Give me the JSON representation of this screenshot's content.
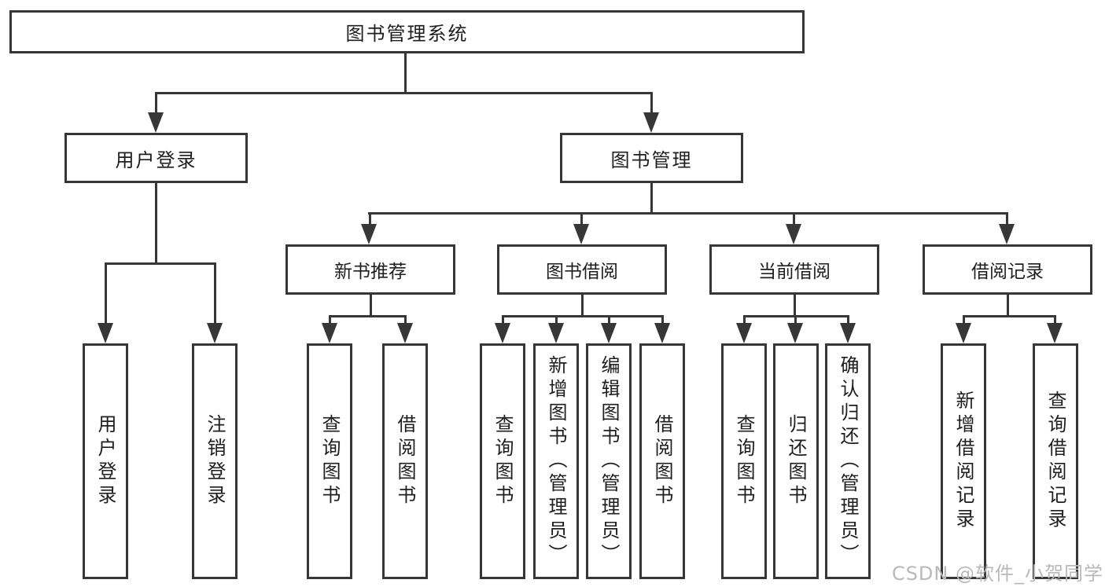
{
  "tree": {
    "root": {
      "label": "图书管理系统"
    },
    "branches": [
      {
        "label": "用户登录",
        "leaves": [
          {
            "label": "用户登录"
          },
          {
            "label": "注销登录"
          }
        ]
      },
      {
        "label": "图书管理",
        "sections": [
          {
            "label": "新书推荐",
            "leaves": [
              {
                "label": "查询图书"
              },
              {
                "label": "借阅图书"
              }
            ]
          },
          {
            "label": "图书借阅",
            "leaves": [
              {
                "label": "查询图书"
              },
              {
                "label": "新增图书（管理员）"
              },
              {
                "label": "编辑图书（管理员）"
              },
              {
                "label": "借阅图书"
              }
            ]
          },
          {
            "label": "当前借阅",
            "leaves": [
              {
                "label": "查询图书"
              },
              {
                "label": "归还图书"
              },
              {
                "label": "确认归还（管理员）"
              }
            ]
          },
          {
            "label": "借阅记录",
            "leaves": [
              {
                "label": "新增借阅记录"
              },
              {
                "label": "查询借阅记录"
              }
            ]
          }
        ]
      }
    ]
  },
  "watermark": {
    "text": "CSDN @软件_小贺同学"
  },
  "colors": {
    "line": "#373737",
    "box_border": "#373737",
    "box_background": "#ffffff",
    "text": "#1e1e1e",
    "watermark": "#b9b9b9",
    "page_background": "#ffffff"
  }
}
